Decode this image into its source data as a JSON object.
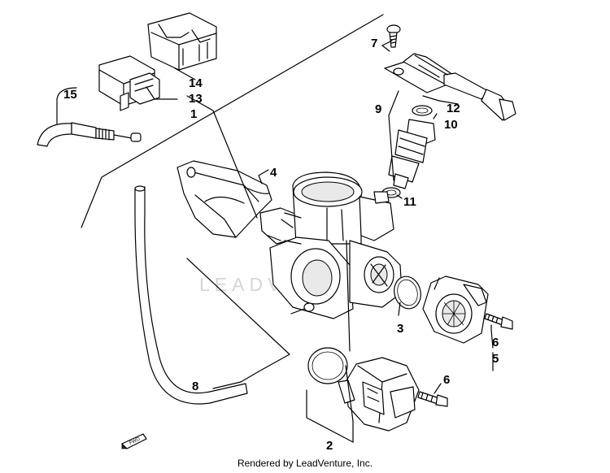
{
  "footer_text": "Rendered by LeadVenture, Inc.",
  "watermark_text": "LEADVENTURE",
  "callouts": {
    "c1": "1",
    "c2": "2",
    "c3": "3",
    "c4": "4",
    "c5": "5",
    "c6a": "6",
    "c6b": "6",
    "c7": "7",
    "c8": "8",
    "c9": "9",
    "c10": "10",
    "c11": "11",
    "c12": "12",
    "c13": "13",
    "c14": "14",
    "c15": "15"
  },
  "direction_marker": "FWD"
}
